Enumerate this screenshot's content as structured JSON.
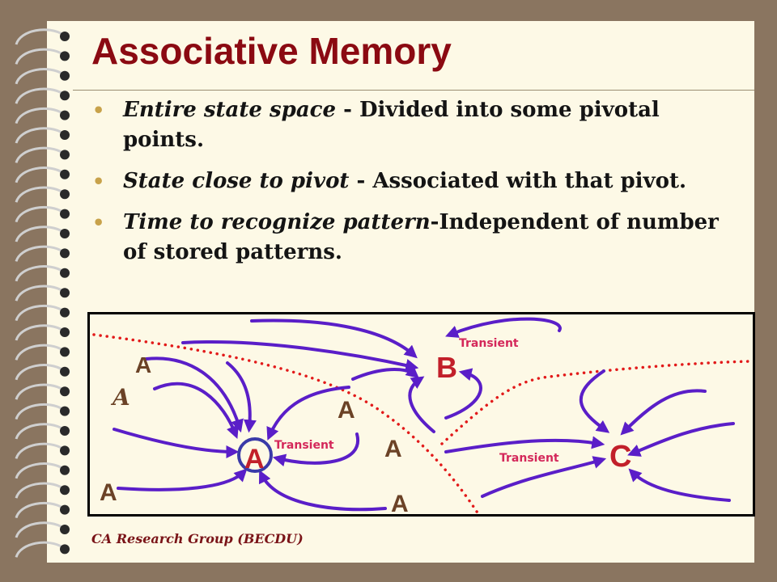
{
  "slide": {
    "title": "Associative Memory",
    "bullets": [
      {
        "term": "Entire state space",
        "rest": " - Divided into some pivotal points."
      },
      {
        "term": "State close to pivot",
        "rest": " - Associated with that pivot."
      },
      {
        "term": "Time to recognize pattern",
        "rest": "-Independent of number of stored patterns."
      }
    ],
    "footer": "CA Research Group (BECDU)"
  },
  "diagram": {
    "pivots": {
      "a": "A",
      "b": "B",
      "c": "C"
    },
    "transient_label": "Transient",
    "state_label": "A"
  },
  "colors": {
    "title": "#8b0a12",
    "arrows": "#5a1ec8",
    "boundary": "#e21a1a",
    "pivot_labels": "#c2202a",
    "transient": "#d4285a",
    "state_labels": "#6b4226",
    "bullet_dot": "#c8a24a"
  }
}
